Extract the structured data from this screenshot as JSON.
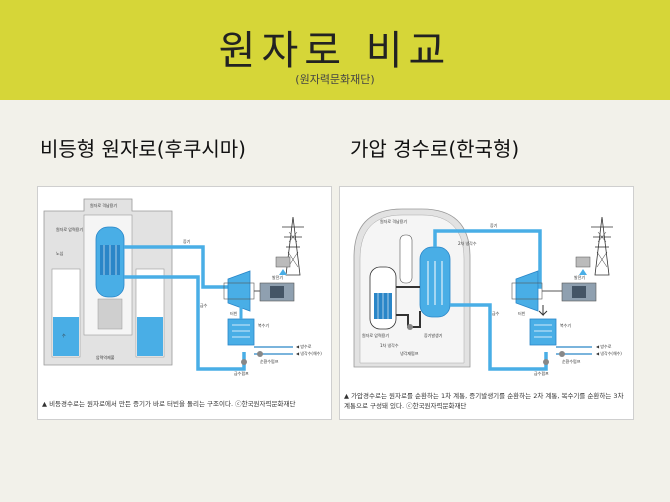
{
  "header": {
    "title": "원자로 비교",
    "subtitle": "(원자력문화재단)"
  },
  "left": {
    "heading": "비등형 원자로(후쿠시마)",
    "caption": "▲ 비등경수로는 원자로에서 만든 증기가 바로 터빈을 돌리는 구조이다.  ⓒ한국원자력문화재단",
    "labels": {
      "steam_sep": "원자로 격납용기",
      "steam": "증기",
      "dryer": "원자로 압력용기",
      "water_gen": "발전기",
      "turbine": "터빈",
      "condenser": "복수기",
      "feed": "급수",
      "to_sea": "◀ 방수로",
      "from_sea": "◀ 냉각수(해수)",
      "circ_pump": "순환수펌프",
      "feed_pump": "급수펌프",
      "pool": "압력억제풀",
      "suppression": "수",
      "core": "노심"
    }
  },
  "right": {
    "heading": "가압 경수로(한국형)",
    "caption": "▲ 가압경수로는 원자로를 순환하는 1차 계통, 증기발생기를 순환하는 2차 계통, 복수기를 순환하는 3차 계통으로 구성돼 있다.  ⓒ한국원자력문화재단",
    "labels": {
      "steam_gen": "원자로 격납용기",
      "steam": "증기",
      "second_cool": "2차 냉각수",
      "gen": "발전기",
      "turbine": "터빈",
      "pressurizer": "증기발생기",
      "condenser": "복수기",
      "vessel": "원자로 압력용기",
      "first_cool": "1차 냉각수",
      "to_sea": "◀ 방수로",
      "from_sea": "◀ 냉각수(해수)",
      "circ_pump": "순환수펌프",
      "feed_pump": "급수펌프",
      "water": "급수",
      "pump": "냉각재펌프"
    }
  },
  "colors": {
    "header_bg": "#d6d638",
    "water": "#49aee6",
    "water_dark": "#2a86c8",
    "concrete": "#d9d9d9"
  }
}
